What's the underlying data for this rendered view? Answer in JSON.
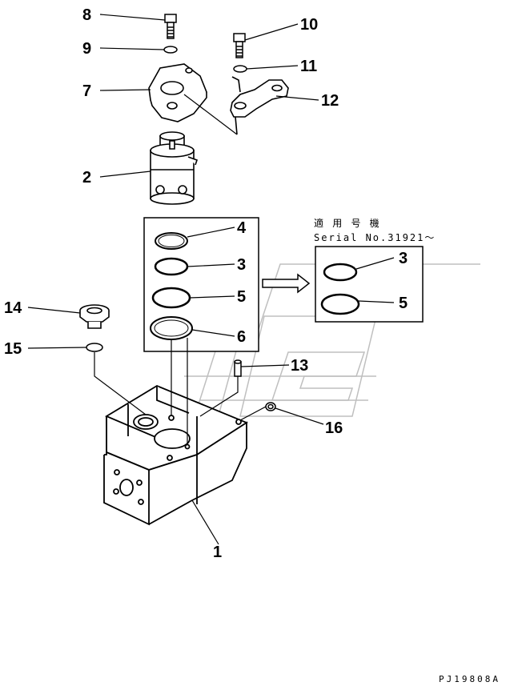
{
  "labels": {
    "p1": "1",
    "p2": "2",
    "p3": "3",
    "p4": "4",
    "p5": "5",
    "p6": "6",
    "p7": "7",
    "p8": "8",
    "p9": "9",
    "p10": "10",
    "p11": "11",
    "p12": "12",
    "p13": "13",
    "p14": "14",
    "p15": "15",
    "p16": "16",
    "p3b": "3",
    "p5b": "5"
  },
  "inset": {
    "jp_title": "適 用 号 機",
    "serial": "Serial No.31921～"
  },
  "drawing_code": "PJ19808A"
}
